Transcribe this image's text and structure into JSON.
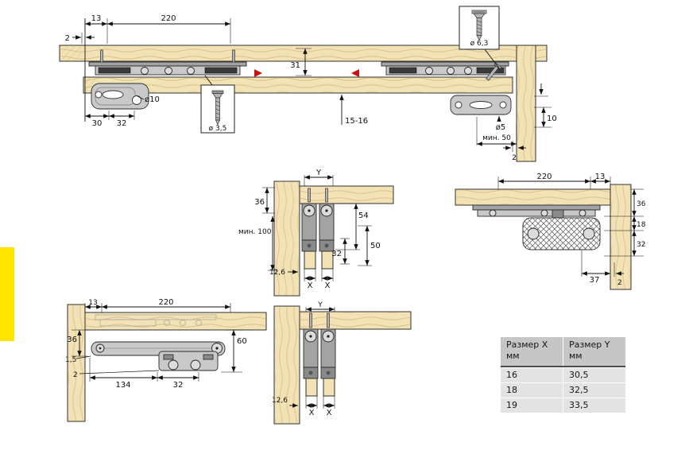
{
  "colors": {
    "accent_yellow": "#ffe400",
    "wood": "#f2e2b6",
    "wood_grain": "#d8bf85",
    "red_arrow": "#cc1111",
    "table_header_bg": "#c6c6c6",
    "table_row_bg": "#e3e3e3"
  },
  "top_view": {
    "dim_13": "13",
    "dim_220": "220",
    "dim_2_left": "2",
    "dim_31": "31",
    "hole_10": "ø10",
    "screw_small": "ø 3,5",
    "screw_large": "ø 6,3",
    "dim_15_16": "15-16",
    "dim_30": "30",
    "dim_32": "32",
    "hole_5": "ø5",
    "dim_min_50": "мин. 50",
    "dim_2_right": "2",
    "dim_10": "10"
  },
  "section_upper": {
    "dim_y": "Y",
    "dim_36": "36",
    "dim_min_100": "мин. 100",
    "dim_54": "54",
    "dim_50": "50",
    "dim_32": "32",
    "dim_12_6": "12,6",
    "dim_x_left": "X",
    "dim_x_right": "X"
  },
  "corner_view": {
    "dim_220": "220",
    "dim_13": "13",
    "dim_36": "36",
    "dim_18": "18",
    "dim_32": "32",
    "dim_37": "37",
    "dim_2": "2"
  },
  "front_view": {
    "dim_13": "13",
    "dim_220": "220",
    "dim_36": "36",
    "dim_1_5": "1,5",
    "dim_2": "2",
    "dim_60": "60",
    "dim_134": "134",
    "dim_32": "32"
  },
  "section_lower": {
    "dim_y": "Y",
    "dim_12_6": "12,6",
    "dim_x_left": "X",
    "dim_x_right": "X"
  },
  "size_table": {
    "header_x": "Размер X",
    "header_y": "Размер Y",
    "unit": "мм",
    "rows": [
      {
        "x": "16",
        "y": "30,5"
      },
      {
        "x": "18",
        "y": "32,5"
      },
      {
        "x": "19",
        "y": "33,5"
      }
    ]
  }
}
